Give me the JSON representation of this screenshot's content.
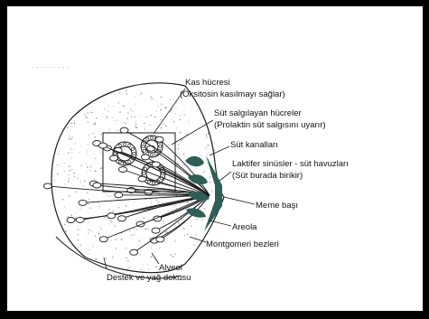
{
  "faded_caption": "· · · · · · · · ·",
  "labels": {
    "kas_hucresi": "Kas hücresi",
    "oksitosin": "(Oksitosin kasılmayı sağlar)",
    "sut_salgilayan": "Süt salgılayan hücreler",
    "prolaktin": "(Prolaktin süt salgısını uyarır)",
    "sut_kanallari": "Süt kanalları",
    "laktifer": "Laktifer sinüsler - süt  havuzları",
    "sut_burada": "(Süt burada birikir)",
    "meme_basi": "Meme başı",
    "areola": "Areola",
    "montgomeri": "Montgomeri bezleri",
    "alveol": "Alveol",
    "destek": "Destek ve yağ dokusu"
  },
  "colors": {
    "frame": "#000000",
    "line": "#1a1a1a",
    "sinus_fill": "#2e5f57",
    "tissue_dots": "#9a9a9a"
  }
}
